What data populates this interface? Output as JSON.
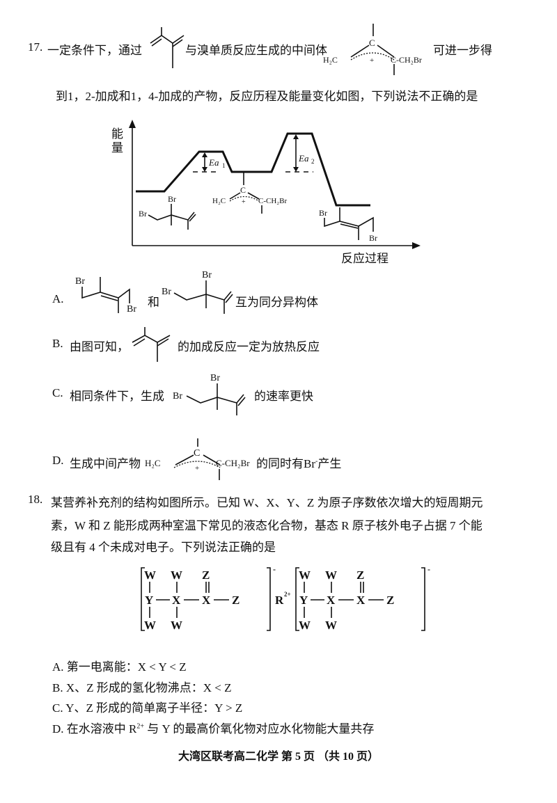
{
  "q17": {
    "number": "17.",
    "line1_a": "一定条件下，通过",
    "line1_b": "与溴单质反应生成的中间体",
    "line1_c": "可进一步得",
    "line2": "到1，2-加成和1，4-加成的产物，反应历程及能量变化如图，下列说法不正确的是",
    "diagram": {
      "y_axis": "能量",
      "x_axis": "反应过程",
      "ea1": "Ea",
      "ea1_sub": "1",
      "ea2": "Ea",
      "ea2_sub": "2"
    },
    "options": {
      "a_label": "A.",
      "a_mid": "和",
      "a_end": "互为同分异构体",
      "b_label": "B.",
      "b_start": "由图可知，",
      "b_end": "的加成反应一定为放热反应",
      "c_label": "C.",
      "c_start": "相同条件下，生成",
      "c_end": "的速率更快",
      "d_label": "D.",
      "d_start": "生成中间产物",
      "d_end_a": "的同时有",
      "d_end_br": "Br",
      "d_end_sup": "-",
      "d_end_b": "产生"
    }
  },
  "chem": {
    "br": "Br",
    "c": "C",
    "h2c": "H₂C",
    "c_ch2br": "C-CH₂Br",
    "plus": "+"
  },
  "q18": {
    "number": "18.",
    "line1": "某营养补充剂的结构如图所示。已知 W、X、Y、Z 为原子序数依次增大的短周期元",
    "line2": "素，W 和 Z 能形成两种室温下常见的液态化合物，基态 R 原子核外电子占据 7 个能",
    "line3": "级且有 4 个未成对电子。下列说法正确的是",
    "structure": {
      "w": "W",
      "x": "X",
      "y": "Y",
      "z": "Z",
      "r": "R",
      "r_charge": "2+",
      "anion_charge": "-"
    },
    "options": [
      {
        "label": "A.",
        "text": "第一电离能：X < Y < Z"
      },
      {
        "label": "B.",
        "text": "X、Z 形成的氢化物沸点：X < Z"
      },
      {
        "label": "C.",
        "text": "Y、Z 形成的简单离子半径：Y > Z"
      },
      {
        "label": "D.",
        "text_a": "在水溶液中 R",
        "sup": "2+",
        "text_b": " 与 Y 的最高价氧化物对应水化物能大量共存"
      }
    ]
  },
  "footer": "大湾区联考高二化学 第 5 页 （共 10 页）"
}
